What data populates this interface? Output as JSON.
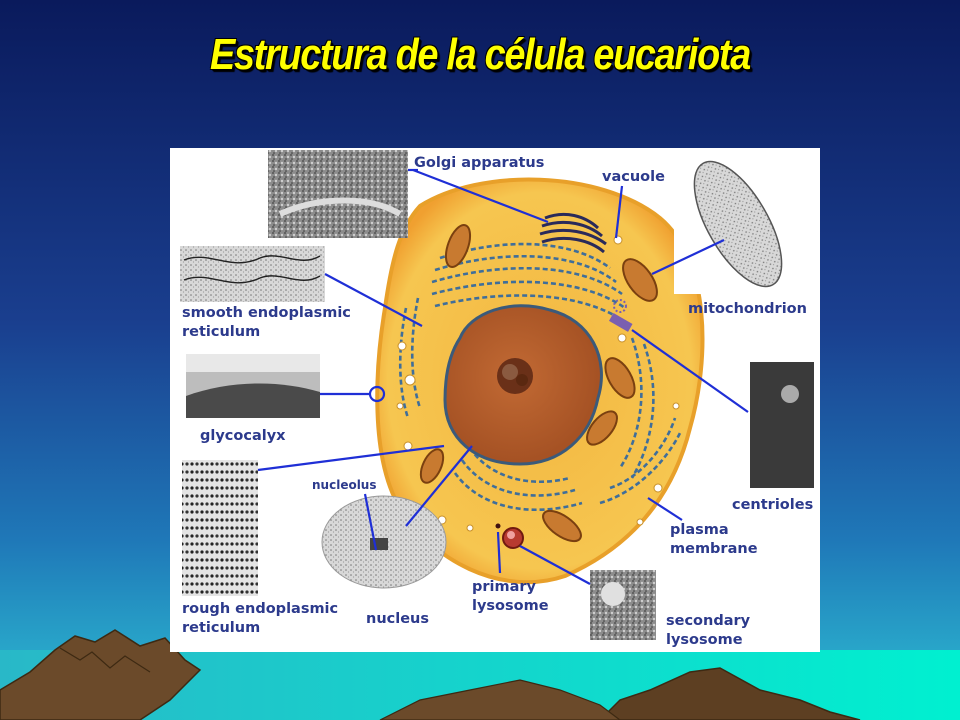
{
  "slide": {
    "title": "Estructura de la célula eucariota"
  },
  "labels": {
    "golgi": "Golgi apparatus",
    "vacuole": "vacuole",
    "mitochondrion": "mitochondrion",
    "smooth_er": "smooth endoplasmic\nreticulum",
    "glycocalyx": "glycocalyx",
    "centrioles": "centrioles",
    "nucleolus": "nucleolus",
    "plasma_membrane": "plasma\nmembrane",
    "rough_er": "rough endoplasmic\nreticulum",
    "nucleus": "nucleus",
    "primary_lysosome": "primary\nlysosome",
    "secondary_lysosome": "secondary\nlysosome"
  },
  "colors": {
    "sky_top": "#0a1a5c",
    "sky_bottom": "#22a6c8",
    "ground": "#00e0c8",
    "mountain": "#6b4a2a",
    "label_blue": "#2c3a8c",
    "leader_blue": "#1f2fd6",
    "cytoplasm": "#f6c24a",
    "nucleus": "#b8602a",
    "er": "#3f6e9a",
    "title": "#ffff00"
  }
}
